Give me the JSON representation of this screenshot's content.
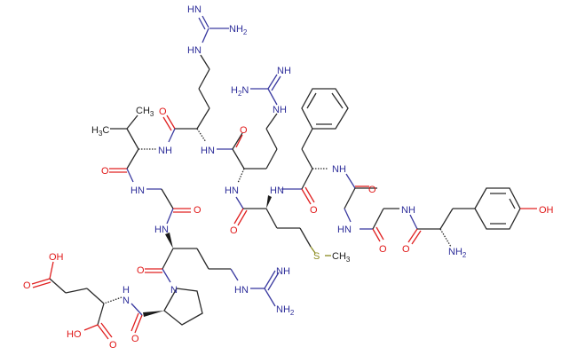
{
  "diagram": {
    "type": "chemical-structure",
    "description": "Peptide skeletal formula: Tyr-Gly-Gly-Phe-Met-Arg-Arg-Val-Gly-Arg-Pro-Glu",
    "labels": {
      "arg1_hn_top": "HN",
      "arg1_nh2": "NH",
      "arg1_nh2_sub": "2",
      "arg1_hn_mid": "HN",
      "val_h3c": "H",
      "val_h3c_sub": "3",
      "val_h3c_c": "C",
      "val_ch3": "CH",
      "val_ch3_sub": "3",
      "arg1_o": "O",
      "val_nh": "NH",
      "arg1_hn": "HN",
      "val_o": "O",
      "gly1_hn": "HN",
      "gly1_o": "O",
      "arg2_nh_top": "NH",
      "arg2_h2n": "H",
      "arg2_h2n_sub": "2",
      "arg2_h2n_n": "N",
      "arg2_nh_mid": "NH",
      "arg2_o": "O",
      "arg2_hn": "HN",
      "met_o": "O",
      "met_hn": "HN",
      "met_s": "S",
      "met_ch3": "CH",
      "met_ch3_sub": "3",
      "phe_o": "O",
      "phe_nh": "NH",
      "gly2_o": "O",
      "gly2_hn": "HN",
      "gly3_o": "O",
      "gly3_nh": "NH",
      "tyr_o": "O",
      "tyr_nh2": "NH",
      "tyr_nh2_sub": "2",
      "tyr_oh": "OH",
      "arg3_hn": "HN",
      "arg3_o": "O",
      "arg3_hn_side": "HN",
      "arg3_nh_top": "NH",
      "arg3_nh2": "NH",
      "arg3_nh2_sub": "2",
      "pro_n": "N",
      "pro_o": "O",
      "glu_oh_top": "OH",
      "glu_o_side": "O",
      "glu_h": "H",
      "glu_n": "N",
      "glu_ho": "HO",
      "glu_o": "O"
    },
    "colors": {
      "carbon_bond": "#2a2a2a",
      "nitrogen": "#2e2e9a",
      "oxygen": "#e01818",
      "sulfur": "#8a8a1a",
      "background": "#ffffff"
    }
  }
}
